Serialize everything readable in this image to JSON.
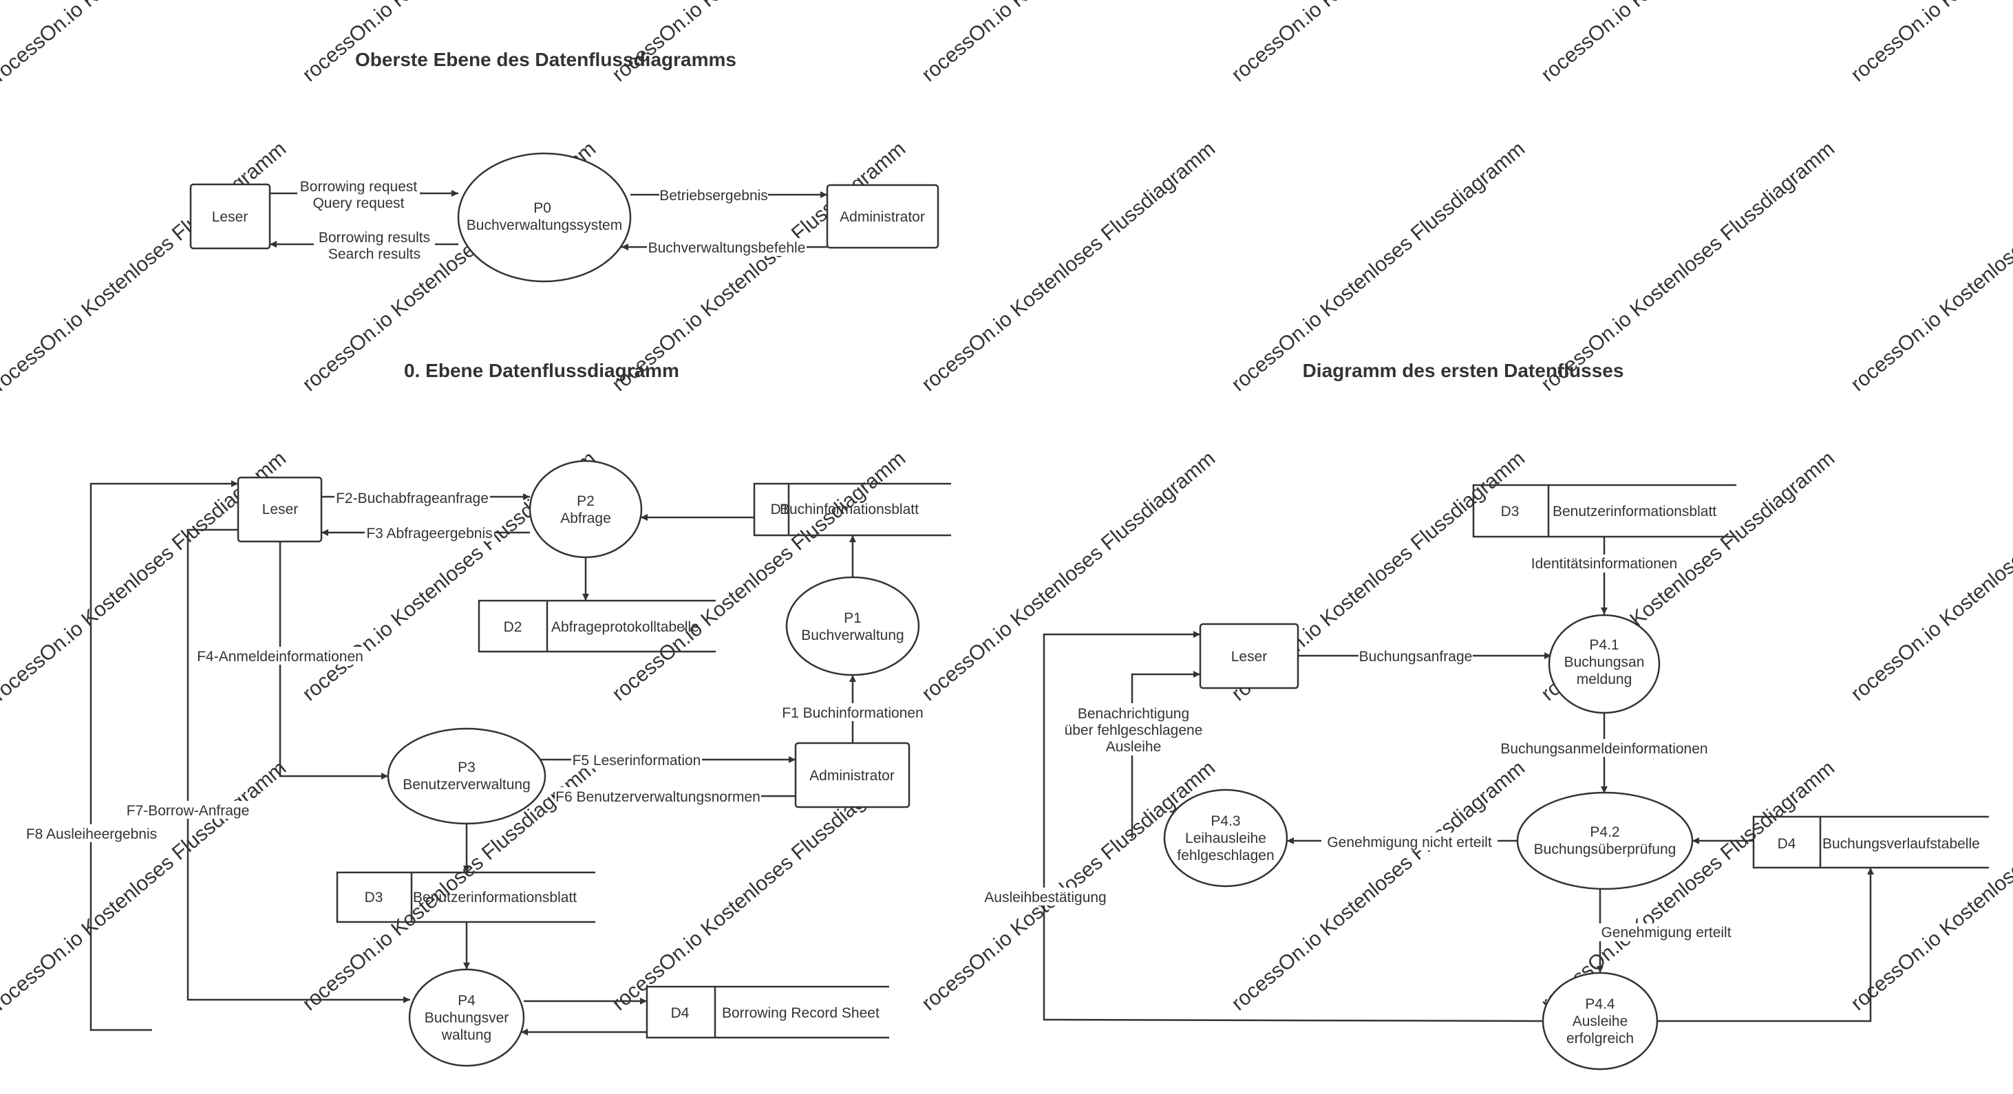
{
  "watermark": "rocessOn.io Kostenloses Flussdiagramm",
  "titles": {
    "top": "Oberste Ebene des Datenflussdiagramms",
    "level0": "0. Ebene Datenflussdiagramm",
    "first": "Diagramm des ersten Datenflusses"
  },
  "top_diagram": {
    "leser": "Leser",
    "p0": [
      "P0",
      "Buchverwaltungssystem"
    ],
    "admin": "Administrator",
    "flow_req": [
      "Borrowing request",
      "Query request"
    ],
    "flow_res": [
      "Borrowing results",
      "Search results"
    ],
    "flow_betrieb": "Betriebsergebnis",
    "flow_befehle": "Buchverwaltungsbefehle"
  },
  "level0_diagram": {
    "leser": "Leser",
    "p2": [
      "P2",
      "Abfrage"
    ],
    "d_buchinfo": [
      "D1",
      "Buchinformationsblatt"
    ],
    "d2": [
      "D2",
      "Abfrageprotokolltabelle"
    ],
    "p1": [
      "P1",
      "Buchverwaltung"
    ],
    "admin": "Administrator",
    "p3": [
      "P3",
      "Benutzerverwaltung"
    ],
    "d3": [
      "D3",
      "Benutzerinformationsblatt"
    ],
    "p4": [
      "P4",
      "Buchungsver",
      "waltung"
    ],
    "d4": [
      "D4",
      "Borrowing Record Sheet"
    ],
    "f2": "F2-Buchabfrageanfrage",
    "f3": "F3 Abfrageergebnis",
    "f4": "F4-Anmeldeinformationen",
    "f1": "F1 Buchinformationen",
    "f5": "F5 Leserinformation",
    "f6": "F6 Benutzerverwaltungsnormen",
    "f7": "F7-Borrow-Anfrage",
    "f8": "F8 Ausleiheergebnis"
  },
  "first_diagram": {
    "d3": [
      "D3",
      "Benutzerinformationsblatt"
    ],
    "identity": "Identitätsinformationen",
    "leser": "Leser",
    "buchungsanfrage": "Buchungsanfrage",
    "p41": [
      "P4.1",
      "Buchungsan",
      "meldung"
    ],
    "benachrichtigung": [
      "Benachrichtigung",
      "über fehlgeschlagene",
      "Ausleihe"
    ],
    "buchungsanmelde": "Buchungsanmeldeinformationen",
    "p43": [
      "P4.3",
      "Leihausleihe",
      "fehlgeschlagen"
    ],
    "nicht_erteilt": "Genehmigung nicht erteilt",
    "p42": [
      "P4.2",
      "Buchungsüberprüfung"
    ],
    "d4": [
      "D4",
      "Buchungsverlaufstabelle"
    ],
    "bestaetigung": "Ausleihbestätigung",
    "erteilt": "Genehmigung erteilt",
    "p44": [
      "P4.4",
      "Ausleihe",
      "erfolgreich"
    ]
  }
}
